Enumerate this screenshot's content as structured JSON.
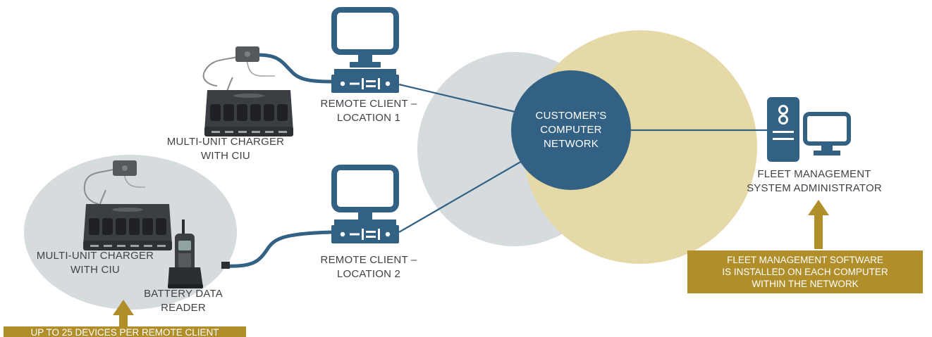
{
  "colors": {
    "network_circle": "#336183",
    "left_bubble": "#d6dcdd",
    "right_bubble": "#e6d9a8",
    "lines": "#336183",
    "callout_bg": "#b08e2a",
    "device_gray": "#3b3e42"
  },
  "nodes": {
    "network": {
      "lines": [
        "CUSTOMER’S",
        "COMPUTER",
        "NETWORK"
      ]
    },
    "remote_client_1": {
      "lines": [
        "REMOTE CLIENT –",
        "LOCATION 1"
      ]
    },
    "remote_client_2": {
      "lines": [
        "REMOTE CLIENT –",
        "LOCATION 2"
      ]
    },
    "charger_1": {
      "lines": [
        "MULTI-UNIT CHARGER",
        "WITH CIU"
      ]
    },
    "charger_2": {
      "lines": [
        "MULTI-UNIT CHARGER",
        "WITH CIU"
      ]
    },
    "battery_reader": {
      "lines": [
        "BATTERY DATA",
        "READER"
      ]
    },
    "admin": {
      "lines": [
        "FLEET MANAGEMENT",
        "SYSTEM ADMINISTRATOR"
      ]
    }
  },
  "callouts": {
    "software": {
      "lines": [
        "FLEET MANAGEMENT SOFTWARE",
        "IS INSTALLED ON EACH COMPUTER",
        "WITHIN THE NETWORK"
      ]
    },
    "devices": {
      "lines": [
        "UP TO 25 DEVICES PER REMOTE CLIENT"
      ]
    }
  },
  "icons": {
    "monitor": "computer-monitor-icon",
    "server": "server-unit-icon",
    "charger": "multi-unit-charger-icon",
    "radio": "two-way-radio-icon",
    "tower": "pc-tower-icon",
    "arrow": "up-arrow-icon"
  }
}
